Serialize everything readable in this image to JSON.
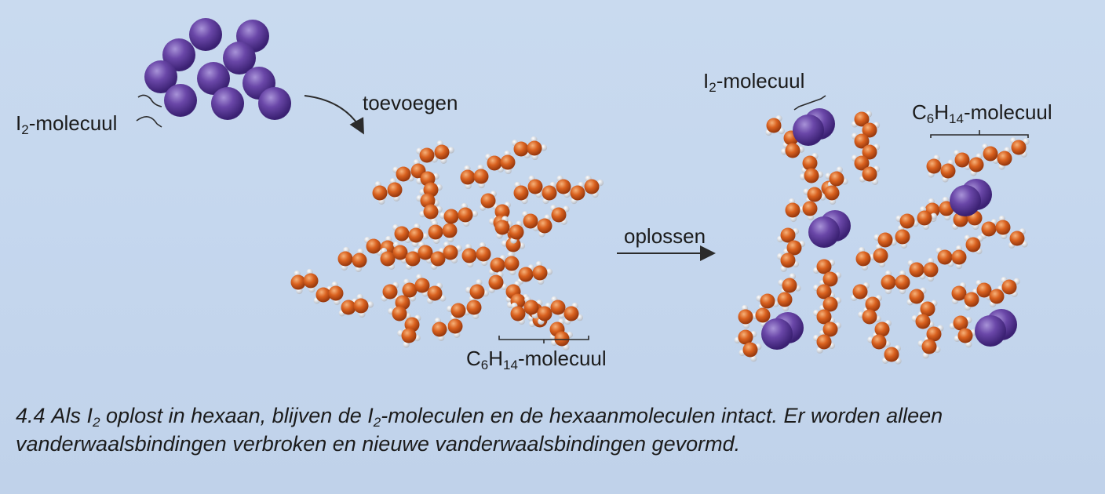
{
  "labels": {
    "i2_left": {
      "base": "I",
      "sub": "2",
      "rest": "-molecuul"
    },
    "toevoegen": "toevoegen",
    "oplossen": "oplossen",
    "i2_right": {
      "base": "I",
      "sub": "2",
      "rest": "-molecuul"
    },
    "hexane_bottom": {
      "c": "C",
      "c_sub": "6",
      "h": "H",
      "h_sub": "14",
      "rest": "-molecuul"
    },
    "hexane_right": {
      "c": "C",
      "c_sub": "6",
      "h": "H",
      "h_sub": "14",
      "rest": "-molecuul"
    }
  },
  "caption": {
    "number": "4.4",
    "part1": "Als I",
    "sub1": "2",
    "part2": " oplost in hexaan, blijven de I",
    "sub2": "2",
    "part3": "-moleculen en de hexaanmoleculen intact. Er worden alleen vanderwaalsbindingen verbroken en nieuwe vanderwaalsbindingen gevormd."
  },
  "colors": {
    "iodine": "#5b3a98",
    "iodine_highlight": "#8f74c9",
    "carbon": "#d2591f",
    "carbon_highlight": "#f0a060",
    "hydrogen": "#d9dee6"
  }
}
